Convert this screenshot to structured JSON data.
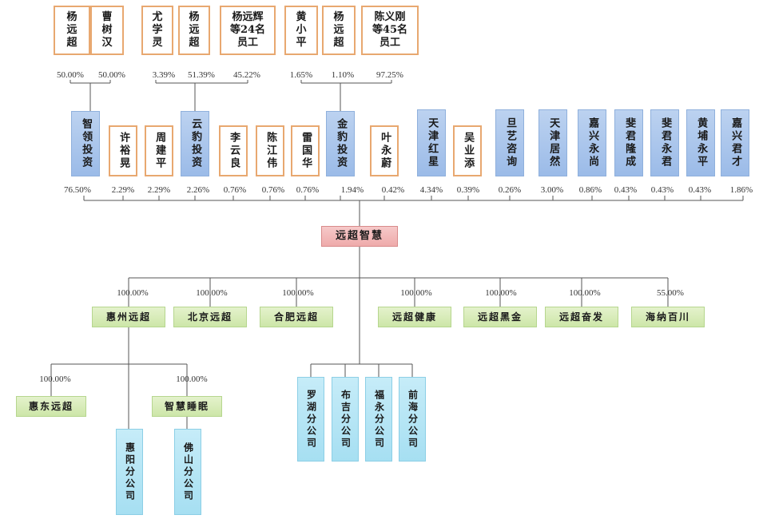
{
  "shareholders_top": [
    {
      "id": "p1",
      "name": "杨\n远\n超",
      "pct": "50.00%"
    },
    {
      "id": "p2",
      "name": "曹\n树\n汉",
      "pct": "50.00%"
    },
    {
      "id": "p3",
      "name": "尤\n学\n灵",
      "pct": "3.39%"
    },
    {
      "id": "p4",
      "name": "杨\n远\n超",
      "pct": "51.39%"
    },
    {
      "id": "p5",
      "name": "杨远辉\n等24名\n员工",
      "pct": "45.22%"
    },
    {
      "id": "p6",
      "name": "黄\n小\n平",
      "pct": "1.65%"
    },
    {
      "id": "p7",
      "name": "杨\n远\n超",
      "pct": "1.10%"
    },
    {
      "id": "p8",
      "name": "陈义刚\n等45名\n员工",
      "pct": "97.25%"
    }
  ],
  "shareholders_mid": [
    {
      "id": "m1",
      "name": "智领投资",
      "pct": "76.50%",
      "type": "blue"
    },
    {
      "id": "m2",
      "name": "许裕晃",
      "pct": "2.29%",
      "type": "person"
    },
    {
      "id": "m3",
      "name": "周建平",
      "pct": "2.29%",
      "type": "person"
    },
    {
      "id": "m4",
      "name": "云豹投资",
      "pct": "2.26%",
      "type": "blue"
    },
    {
      "id": "m5",
      "name": "李云良",
      "pct": "0.76%",
      "type": "person"
    },
    {
      "id": "m6",
      "name": "陈江伟",
      "pct": "0.76%",
      "type": "person"
    },
    {
      "id": "m7",
      "name": "雷国华",
      "pct": "0.76%",
      "type": "person"
    },
    {
      "id": "m8",
      "name": "金豹投资",
      "pct": "1.94%",
      "type": "blue"
    },
    {
      "id": "m9",
      "name": "叶永蔚",
      "pct": "0.42%",
      "type": "person"
    },
    {
      "id": "m10",
      "name": "天津红星",
      "pct": "4.34%",
      "type": "blue"
    },
    {
      "id": "m11",
      "name": "吴业添",
      "pct": "0.39%",
      "type": "person"
    },
    {
      "id": "m12",
      "name": "旦艺咨询",
      "pct": "0.26%",
      "type": "blue"
    },
    {
      "id": "m13",
      "name": "天津居然",
      "pct": "3.00%",
      "type": "blue"
    },
    {
      "id": "m14",
      "name": "嘉兴永尚",
      "pct": "0.86%",
      "type": "blue"
    },
    {
      "id": "m15",
      "name": "斐君隆成",
      "pct": "0.43%",
      "type": "blue"
    },
    {
      "id": "m16",
      "name": "斐君永君",
      "pct": "0.43%",
      "type": "blue"
    },
    {
      "id": "m17",
      "name": "黄埔永平",
      "pct": "0.43%",
      "type": "blue"
    },
    {
      "id": "m18",
      "name": "嘉兴君才",
      "pct": "1.86%",
      "type": "blue"
    }
  ],
  "center": {
    "name": "远超智慧"
  },
  "subsidiaries": [
    {
      "id": "s1",
      "name": "惠州远超",
      "pct": "100.00%"
    },
    {
      "id": "s2",
      "name": "北京远超",
      "pct": "100.00%"
    },
    {
      "id": "s3",
      "name": "合肥远超",
      "pct": "100.00%"
    },
    {
      "id": "s4",
      "name": "远超健康",
      "pct": "100.00%"
    },
    {
      "id": "s5",
      "name": "远超黑金",
      "pct": "100.00%"
    },
    {
      "id": "s6",
      "name": "远超奋发",
      "pct": "100.00%"
    },
    {
      "id": "s7",
      "name": "海纳百川",
      "pct": "55.00%"
    }
  ],
  "sub_subsidiaries": [
    {
      "id": "ss1",
      "name": "惠东远超",
      "pct": "100.00%"
    },
    {
      "id": "ss2",
      "name": "智慧睡眠",
      "pct": "100.00%"
    }
  ],
  "branches": [
    {
      "id": "b1",
      "name": "惠阳分公司"
    },
    {
      "id": "b2",
      "name": "佛山分公司"
    },
    {
      "id": "b3",
      "name": "罗湖分公司"
    },
    {
      "id": "b4",
      "name": "布吉分公司"
    },
    {
      "id": "b5",
      "name": "福永分公司"
    },
    {
      "id": "b6",
      "name": "前海分公司"
    }
  ],
  "colors": {
    "person_border": "#e8a870",
    "investor_fill": "#a9c4ec",
    "center_fill": "#f2b8b8",
    "subsidiary_fill": "#d6ebb6",
    "branch_fill": "#b4e4f4",
    "line": "#555555"
  }
}
